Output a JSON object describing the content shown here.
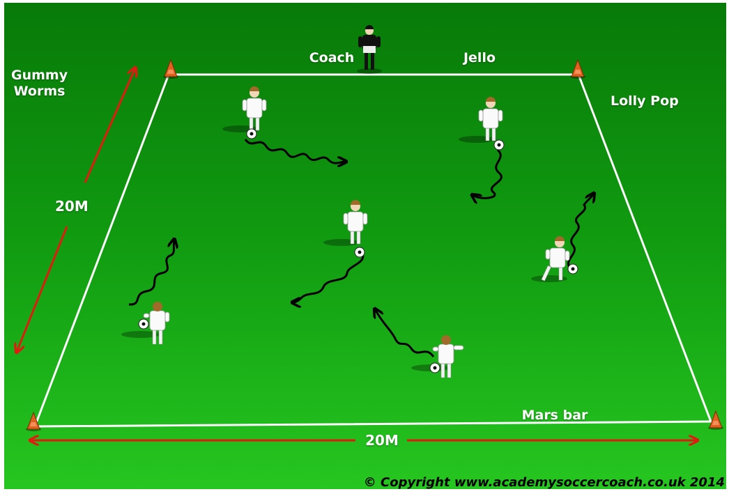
{
  "title": "",
  "labels": {
    "gummy_worms": "Gummy\nWorms",
    "coach": "Coach",
    "jello": "Jello",
    "lolly_pop": "Lolly Pop",
    "mars_bar": "Mars bar"
  },
  "measurements": {
    "side": "20M",
    "bottom": "20M"
  },
  "copyright": "© Copyright www.academysoccercoach.co.uk 2014",
  "players_count": 6,
  "colors": {
    "pitch_top": "#0a8a0a",
    "pitch_bottom": "#22c81c",
    "lines": "#ffffff",
    "arrows": "#e01b10",
    "cones": "#e06020",
    "paths": "#000000"
  }
}
